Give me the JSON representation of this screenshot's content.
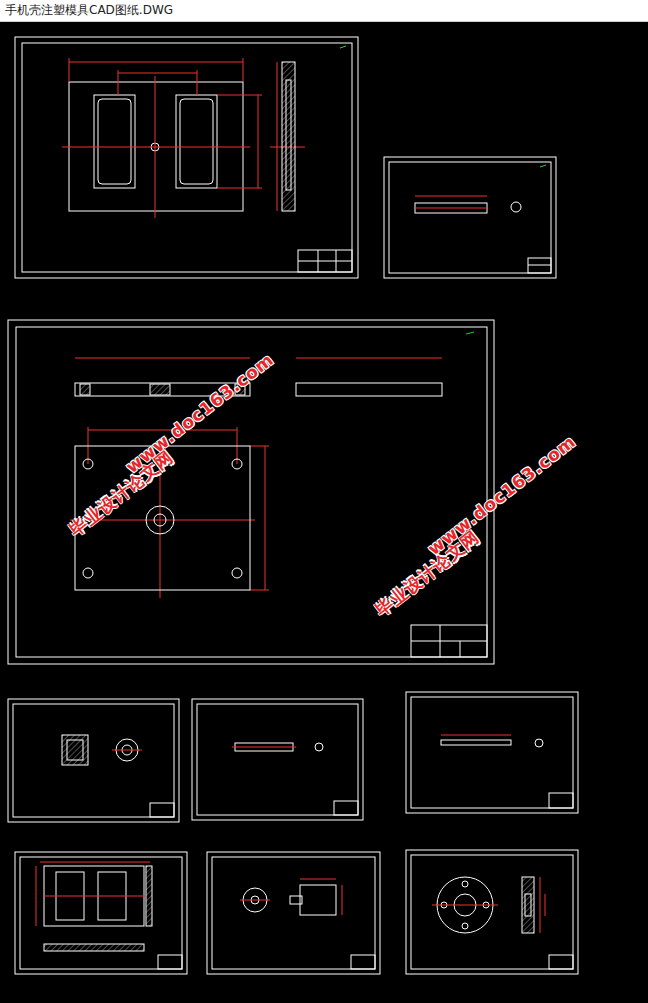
{
  "diagram": {
    "title": "手机壳注塑模具CAD图纸.DWG",
    "labels": [
      "毕业设计论文网",
      "www.doc163.com",
      "毕业设计论文网",
      "www.doc163.com"
    ]
  }
}
